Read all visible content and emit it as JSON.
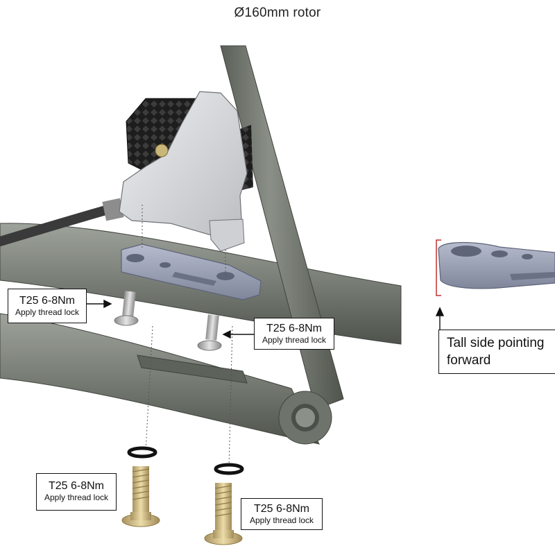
{
  "title": "Ø160mm rotor",
  "callouts": [
    {
      "id": "upper-left",
      "torque": "T25 6-8Nm",
      "instruction": "Apply thread lock"
    },
    {
      "id": "upper-right",
      "torque": "T25 6-8Nm",
      "instruction": "Apply thread lock"
    },
    {
      "id": "lower-left",
      "torque": "T25 6-8Nm",
      "instruction": "Apply thread lock"
    },
    {
      "id": "lower-right",
      "torque": "T25 6-8Nm",
      "instruction": "Apply thread lock"
    }
  ],
  "orientation_note": {
    "line1": "Tall side pointing",
    "line2": "forward"
  },
  "colors": {
    "frame": "#7b8079",
    "frame_dark": "#4e534c",
    "adapter": "#9aa0b4",
    "caliper": "#d9dadc",
    "pads": "#222222",
    "bolt_gold": "#d8c58a",
    "bolt_silver": "#b9b9b9",
    "hose": "#3a3a3a",
    "bracket": "#c03030"
  }
}
